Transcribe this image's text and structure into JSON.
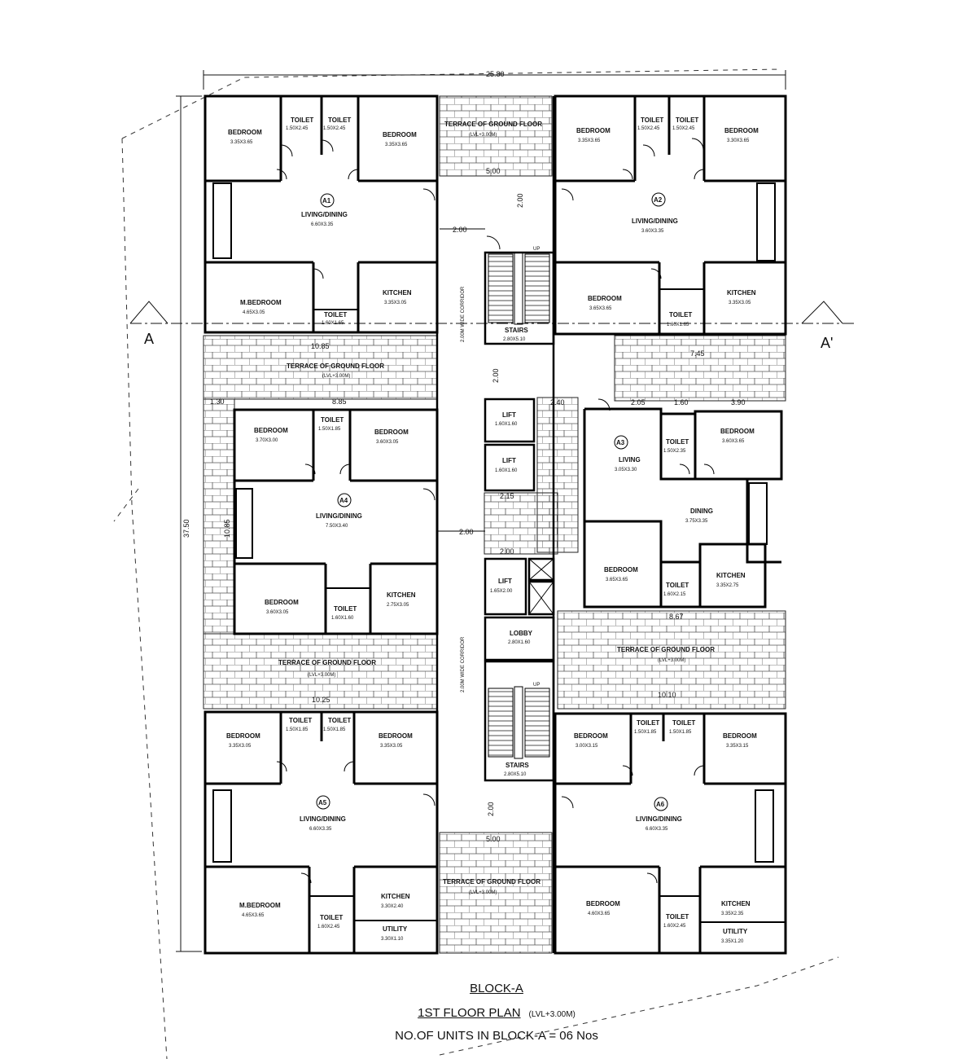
{
  "title": {
    "block": "BLOCK-A",
    "floor_plan": "1ST FLOOR  PLAN",
    "level": "(LVL+3.00M)",
    "units": "NO.OF UNITS IN BLOCK-A = 06 Nos"
  },
  "dimensions": {
    "overall_width": "25.80",
    "overall_height": "37.50",
    "corridor_1": "2.00",
    "corridor_2": "2.00",
    "corridor_3": "2.00",
    "corridor_4": "2.00",
    "terrace_width_top": "5.00",
    "terrace_width_bottom": "5.00",
    "left_dim_1": "10.85",
    "left_dim_2": "10.25",
    "left_dim_3": "1.30",
    "left_dim_4": "8.85",
    "left_dim_5": "10.85",
    "right_dim_1": "7.45",
    "right_dim_2": "2.05",
    "right_dim_3": "1.60",
    "right_dim_4": "3.90",
    "right_dim_5": "8.67",
    "right_dim_6": "10.10",
    "core_dim_1": "2.40",
    "core_dim_2": "2.15",
    "core_dim_3": "2.00",
    "corridor_center": "2.00",
    "corridor_side": "2.00"
  },
  "section": {
    "left": "A",
    "right": "A'"
  },
  "corridor_labels": {
    "top": "2.00M WIDE CORRIDOR",
    "bottom": "2.00M WIDE CORRIDOR"
  },
  "terraces": {
    "top_center": {
      "label": "TERRACE OF GROUND FLOOR",
      "level": "(LVL+3.00M)"
    },
    "left_mid": {
      "label": "TERRACE OF GROUND FLOOR",
      "level": "(LVL+3.00M)"
    },
    "left_low": {
      "label": "TERRACE OF GROUND FLOOR",
      "level": "(LVL+3.00M)"
    },
    "right_low": {
      "label": "TERRACE OF GROUND FLOOR",
      "level": "(LVL+3.00M)"
    },
    "bottom_center": {
      "label": "TERRACE OF GROUND FLOOR",
      "level": "(LVL+3.00M)"
    }
  },
  "core": {
    "stairs_top": {
      "label": "STAIRS",
      "dim": "2.80X5.10",
      "up": "UP"
    },
    "lift_1": {
      "label": "LIFT",
      "dim": "1.60X1.60"
    },
    "lift_2": {
      "label": "LIFT",
      "dim": "1.60X1.60"
    },
    "lift_3": {
      "label": "LIFT",
      "dim": "1.65X2.00"
    },
    "lobby": {
      "label": "LOBBY",
      "dim": "2.80X1.60"
    },
    "stairs_bottom": {
      "label": "STAIRS",
      "dim": "2.80X5.10",
      "up": "UP"
    }
  },
  "units": [
    {
      "tag": "A1",
      "rooms": [
        {
          "label": "BEDROOM",
          "dim": "3.35X3.65"
        },
        {
          "label": "TOILET",
          "dim": "1.50X2.45"
        },
        {
          "label": "TOILET",
          "dim": "1.50X2.45"
        },
        {
          "label": "BEDROOM",
          "dim": "3.35X3.65"
        },
        {
          "label": "LIVING/DINING",
          "dim": "6.60X3.35"
        },
        {
          "label": "M.BEDROOM",
          "dim": "4.65X3.05"
        },
        {
          "label": "TOILET",
          "dim": "1.60X1.65"
        },
        {
          "label": "KITCHEN",
          "dim": "3.35X3.05"
        }
      ]
    },
    {
      "tag": "A2",
      "rooms": [
        {
          "label": "BEDROOM",
          "dim": "3.35X3.65"
        },
        {
          "label": "TOILET",
          "dim": "1.50X2.45"
        },
        {
          "label": "TOILET",
          "dim": "1.50X2.45"
        },
        {
          "label": "BEDROOM",
          "dim": "3.30X3.65"
        },
        {
          "label": "LIVING/DINING",
          "dim": "3.60X3.35"
        },
        {
          "label": "BEDROOM",
          "dim": "3.65X3.65"
        },
        {
          "label": "TOILET",
          "dim": "1.60X1.65"
        },
        {
          "label": "KITCHEN",
          "dim": "3.35X3.05"
        }
      ]
    },
    {
      "tag": "A4",
      "rooms": [
        {
          "label": "BEDROOM",
          "dim": "3.70X3.00"
        },
        {
          "label": "TOILET",
          "dim": "1.50X1.85"
        },
        {
          "label": "BEDROOM",
          "dim": "3.60X3.05"
        },
        {
          "label": "LIVING/DINING",
          "dim": "7.50X3.40"
        },
        {
          "label": "BEDROOM",
          "dim": "3.60X3.05"
        },
        {
          "label": "TOILET",
          "dim": "1.60X1.60"
        },
        {
          "label": "KITCHEN",
          "dim": "2.75X3.05"
        }
      ]
    },
    {
      "tag": "A3",
      "rooms": [
        {
          "label": "LIVING",
          "dim": "3.05X3.30"
        },
        {
          "label": "TOILET",
          "dim": "1.50X2.35"
        },
        {
          "label": "BEDROOM",
          "dim": "3.60X3.65"
        },
        {
          "label": "DINING",
          "dim": "3.75X3.35"
        },
        {
          "label": "BEDROOM",
          "dim": "3.65X3.65"
        },
        {
          "label": "TOILET",
          "dim": "1.60X2.15"
        },
        {
          "label": "KITCHEN",
          "dim": "3.35X2.75"
        }
      ]
    },
    {
      "tag": "A5",
      "rooms": [
        {
          "label": "BEDROOM",
          "dim": "3.35X3.05"
        },
        {
          "label": "TOILET",
          "dim": "1.50X1.85"
        },
        {
          "label": "TOILET",
          "dim": "1.50X1.85"
        },
        {
          "label": "BEDROOM",
          "dim": "3.35X3.05"
        },
        {
          "label": "LIVING/DINING",
          "dim": "6.60X3.35"
        },
        {
          "label": "M.BEDROOM",
          "dim": "4.65X3.65"
        },
        {
          "label": "TOILET",
          "dim": "1.60X2.45"
        },
        {
          "label": "KITCHEN",
          "dim": "3.30X2.40"
        },
        {
          "label": "UTILITY",
          "dim": "3.30X1.10"
        }
      ]
    },
    {
      "tag": "A6",
      "rooms": [
        {
          "label": "BEDROOM",
          "dim": "3.00X3.15"
        },
        {
          "label": "TOILET",
          "dim": "1.50X1.85"
        },
        {
          "label": "TOILET",
          "dim": "1.50X1.85"
        },
        {
          "label": "BEDROOM",
          "dim": "3.35X3.15"
        },
        {
          "label": "LIVING/DINING",
          "dim": "6.60X3.35"
        },
        {
          "label": "BEDROOM",
          "dim": "4.60X3.65"
        },
        {
          "label": "TOILET",
          "dim": "1.60X2.45"
        },
        {
          "label": "KITCHEN",
          "dim": "3.35X2.35"
        },
        {
          "label": "UTILITY",
          "dim": "3.35X1.20"
        }
      ]
    }
  ]
}
